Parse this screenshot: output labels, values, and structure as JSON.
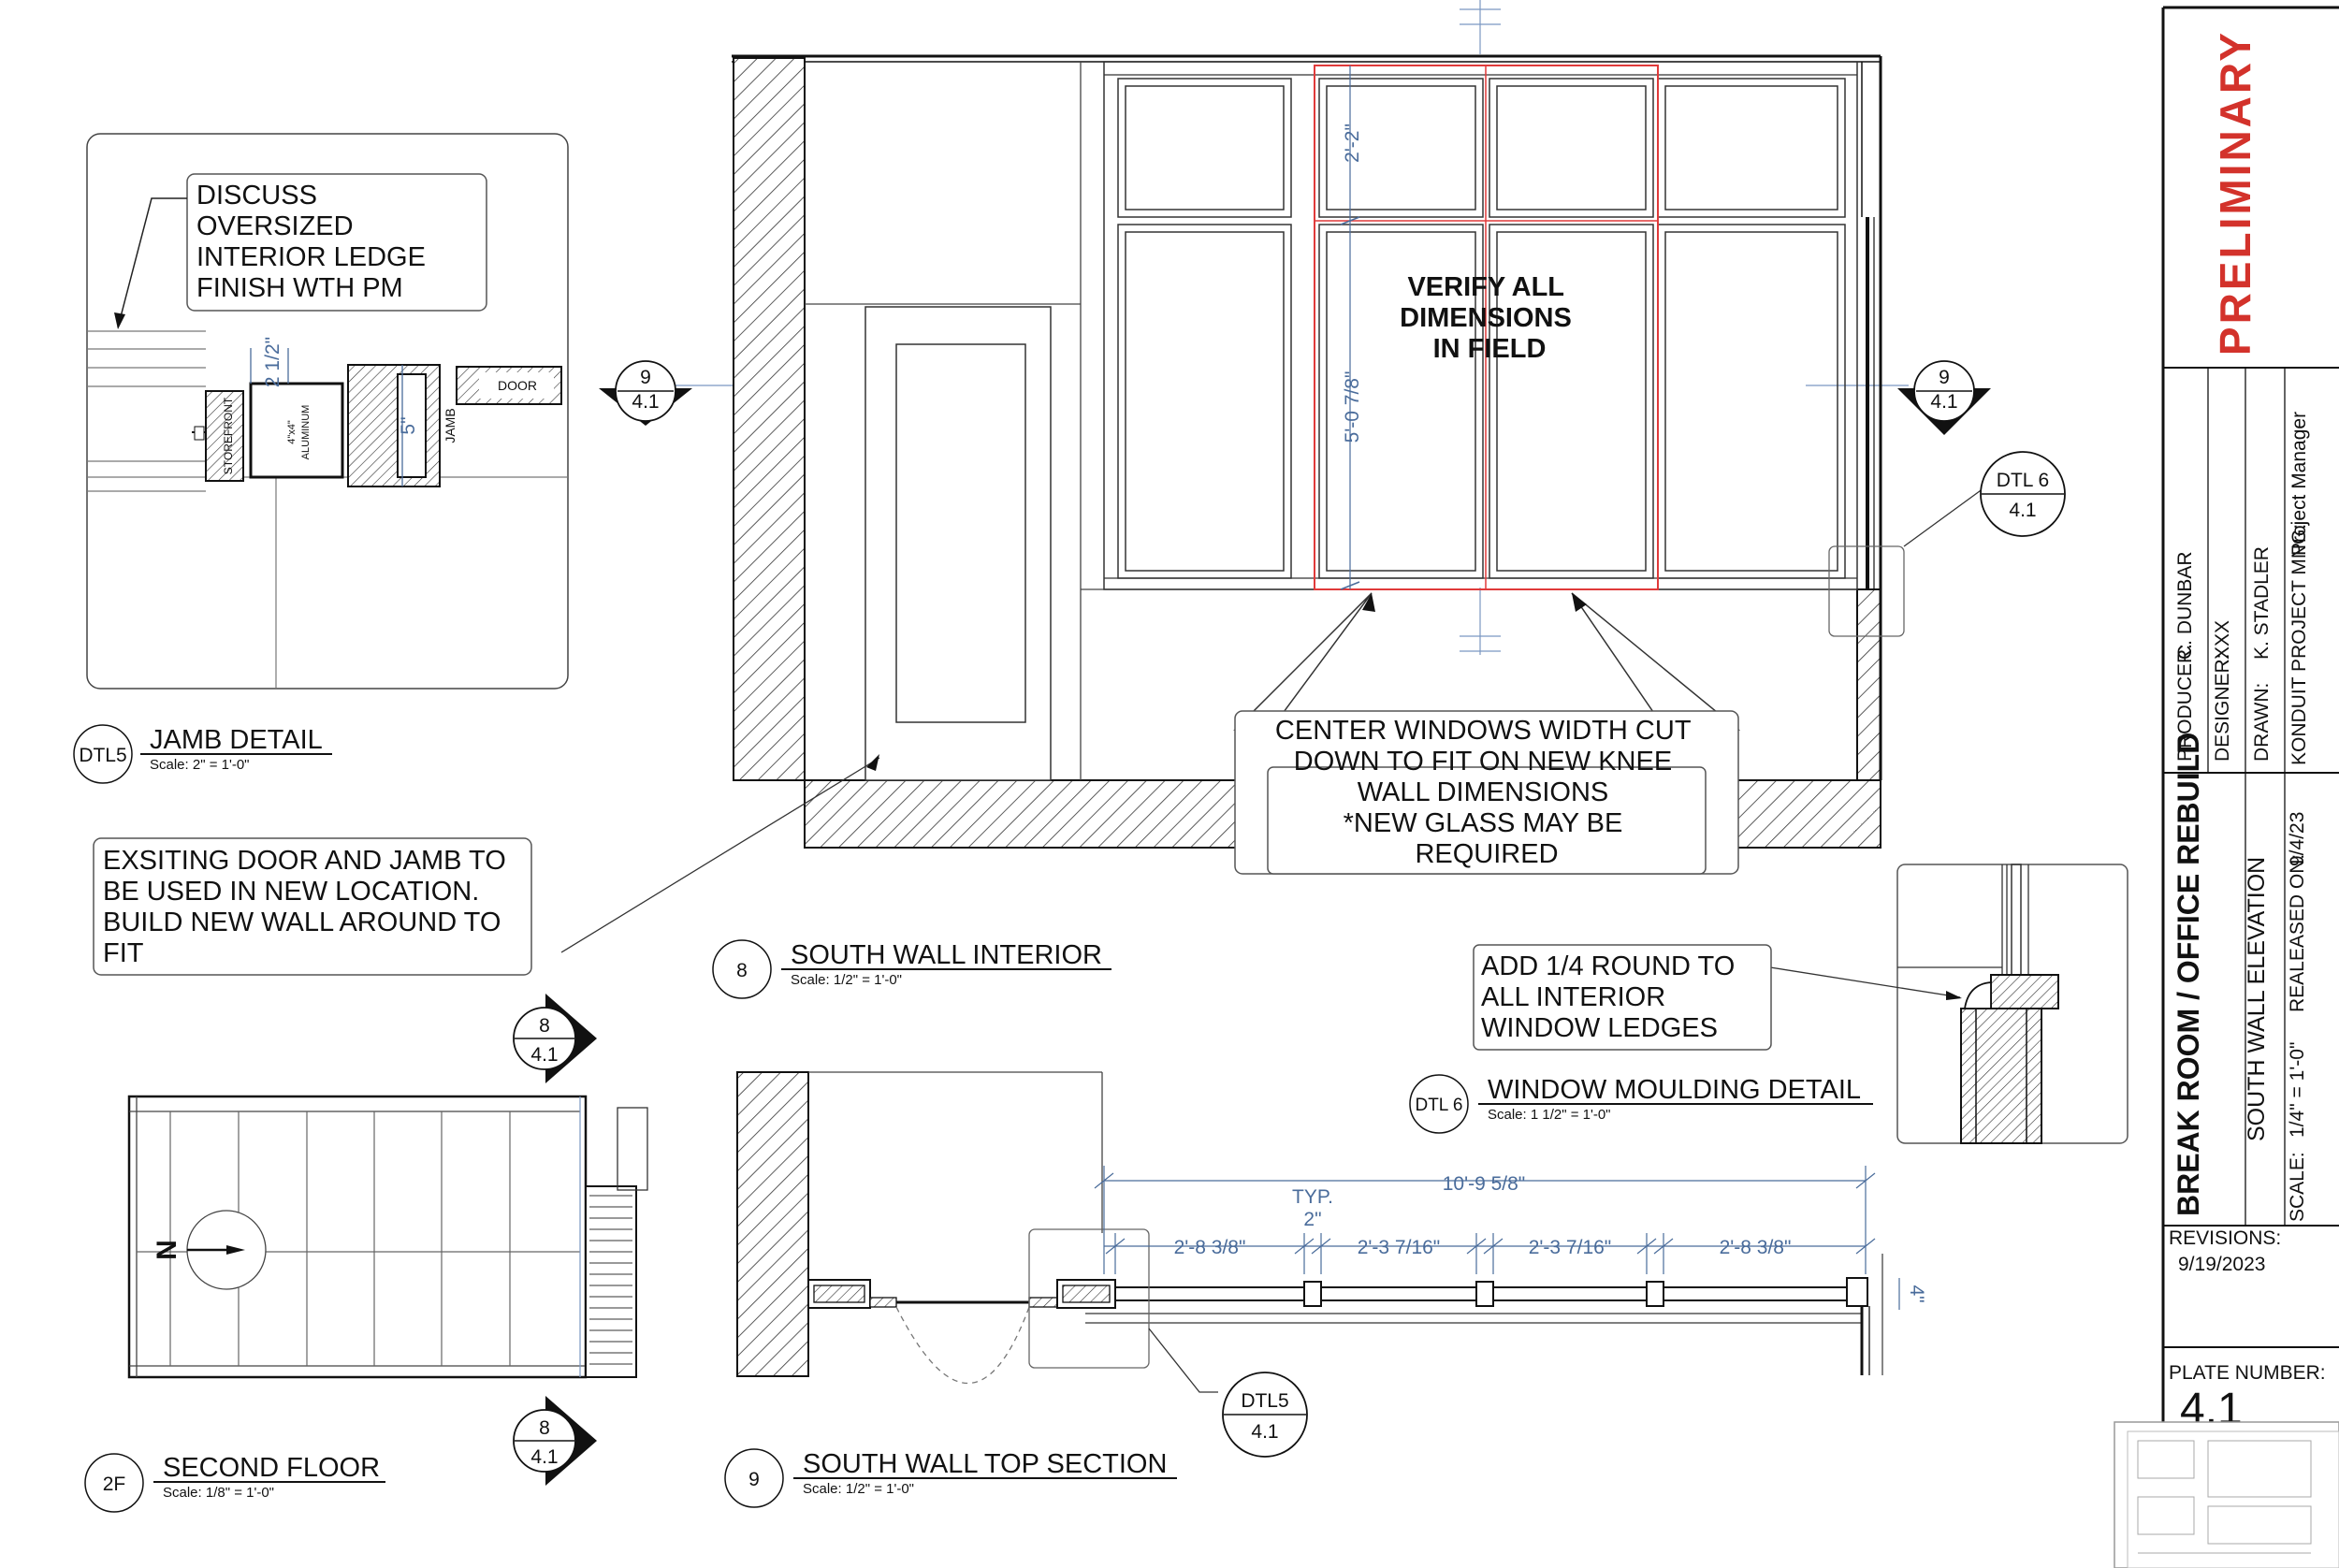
{
  "notes": {
    "discuss_ledge": [
      "DISCUSS",
      "OVERSIZED",
      "INTERIOR LEDGE",
      "FINISH WTH PM"
    ],
    "verify_dims": [
      "VERIFY ALL",
      "DIMENSIONS",
      "IN FIELD"
    ],
    "center_windows": [
      "CENTER WINDOWS WIDTH CUT",
      "DOWN TO FIT ON NEW KNEE",
      "WALL DIMENSIONS",
      "*NEW GLASS MAY BE",
      "REQUIRED"
    ],
    "existing_door": [
      "EXSITING DOOR AND JAMB TO",
      "BE USED IN NEW LOCATION.",
      "BUILD NEW WALL AROUND TO",
      "FIT"
    ],
    "add_round": [
      "ADD 1/4 ROUND TO",
      "ALL INTERIOR",
      "WINDOW LEDGES"
    ]
  },
  "views": {
    "jamb_detail": {
      "tag": "DTL5",
      "title": "JAMB DETAIL",
      "scale": "Scale: 2\" = 1'-0\""
    },
    "south_wall_interior": {
      "tag": "8",
      "title": "SOUTH WALL INTERIOR",
      "scale": "Scale: 1/2\" = 1'-0\""
    },
    "window_moulding": {
      "tag": "DTL 6",
      "title": "WINDOW MOULDING DETAIL",
      "scale": "Scale: 1 1/2\" = 1'-0\""
    },
    "second_floor": {
      "tag": "2F",
      "title": "SECOND FLOOR",
      "scale": "Scale: 1/8\" = 1'-0\""
    },
    "south_wall_top": {
      "tag": "9",
      "title": "SOUTH WALL TOP SECTION",
      "scale": "Scale: 1/2\" = 1'-0\""
    }
  },
  "jamb_labels": {
    "door": "DOOR",
    "jamb": "JAMB",
    "storefront": "STOREFRONT",
    "aluminum_1": "4\"x4\"",
    "aluminum_2": "ALUMINUM",
    "dim_2half": "2 1/2\"",
    "dim_5": "5\""
  },
  "elevation_dims": {
    "top": "2'-2\"",
    "main": "5'-0 7/8\""
  },
  "section_dims": {
    "overall": "10'-9 5/8\"",
    "typ_1": "TYP.",
    "typ_2": "2\"",
    "d1": "2'-8 3/8\"",
    "d2": "2'-3 7/16\"",
    "d3": "2'-3 7/16\"",
    "d4": "2'-8 3/8\"",
    "depth": "4\""
  },
  "callouts": {
    "nine_top": "9",
    "nine_bottom": "4.1",
    "eight_top": "8",
    "eight_bottom": "4.1",
    "dtl6_top": "DTL 6",
    "dtl6_bottom": "4.1",
    "dtl5_top": "DTL5",
    "dtl5_bottom": "4.1",
    "north": "N"
  },
  "title_block": {
    "status": "PRELIMINARY",
    "producer_label": "PRODUCER:",
    "producer": "C. DUNBAR",
    "designer_label": "DESIGNER:",
    "designer": "XXX",
    "drawn_label": "DRAWN:",
    "drawn": "K. STADLER",
    "pm_label": "KONDUIT PROJECT MNG:",
    "pm": "Project Manager",
    "project": "BREAK ROOM / OFFICE REBUILD",
    "sheet_title": "SOUTH WALL ELEVATION",
    "released_label": "REALEASED ON:",
    "released": "9/4/23",
    "scale_label": "SCALE:",
    "scale": "1/4\" = 1'-0\"",
    "revisions_label": "REVISIONS:",
    "revision_1": "9/19/2023",
    "plate_label": "PLATE NUMBER:",
    "plate": "4.1"
  },
  "colors": {
    "line": "#111111",
    "dimension": "#4a6c9b",
    "cut_line": "#e03a3a",
    "preliminary": "#d3322b"
  }
}
